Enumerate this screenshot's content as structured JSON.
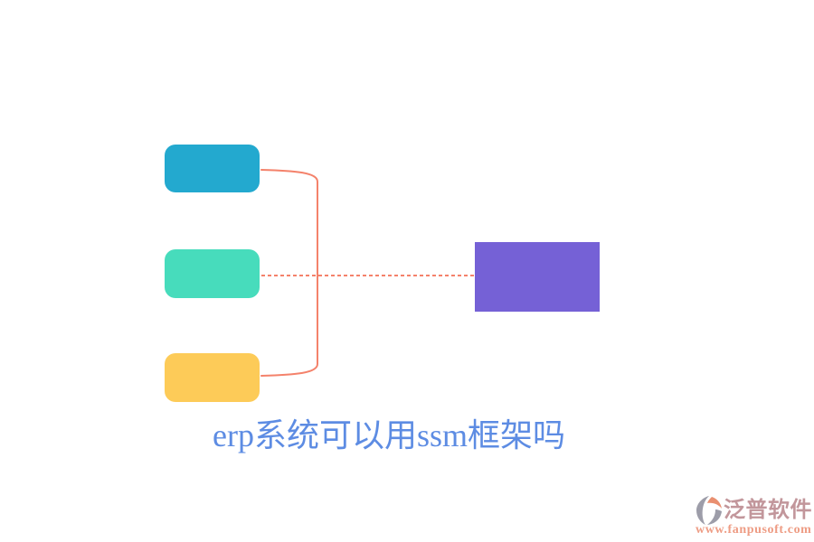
{
  "canvas": {
    "bg": "#ffffff"
  },
  "diagram": {
    "nodes": [
      {
        "name": "node-top",
        "color": "#23A9CF"
      },
      {
        "name": "node-middle",
        "color": "#47DCBC"
      },
      {
        "name": "node-bottom",
        "color": "#FDCB58"
      },
      {
        "name": "node-result",
        "color": "#7561D6"
      }
    ],
    "connector_color": "#F4826B"
  },
  "title": {
    "text": "erp系统可以用ssm框架吗",
    "color": "#5D8CE3"
  },
  "watermark": {
    "brand": "泛普软件",
    "url": "www.fanpusoft.com",
    "brand_color": "#C2969B",
    "url_color": "#EE9C84",
    "icon_gray": "#9D9DA9",
    "icon_accent": "#E98F70"
  }
}
